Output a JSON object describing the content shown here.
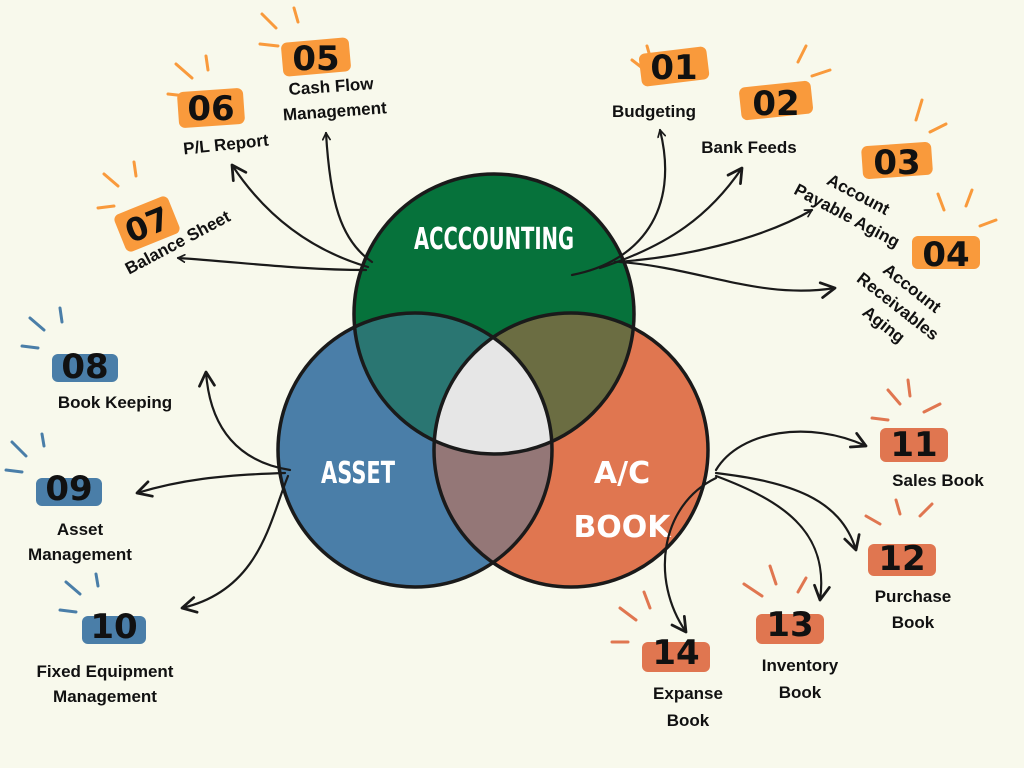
{
  "circles": {
    "accounting": {
      "title": "ACCCOUNTING",
      "color": "#06723b"
    },
    "asset": {
      "title": "ASSET",
      "color": "#4a7ea8"
    },
    "book": {
      "title_line1": "A/C",
      "title_line2": "BOOK",
      "color": "#e07650"
    }
  },
  "overlaps": {
    "accounting_asset": "#2a7672",
    "accounting_book": "#6b6d42",
    "asset_book": "#947777",
    "center": "#e6e6e6"
  },
  "badge_colors": {
    "orange": "#f99a3c",
    "blue": "#4a7ea8",
    "red": "#e07650"
  },
  "items": {
    "i01": {
      "num": "01",
      "label": "Budgeting"
    },
    "i02": {
      "num": "02",
      "label": "Bank Feeds"
    },
    "i03": {
      "num": "03",
      "line1": "Account",
      "line2": "Payable Aging"
    },
    "i04": {
      "num": "04",
      "line1": "Account",
      "line2": "Receivables",
      "line3": "Aging"
    },
    "i05": {
      "num": "05",
      "line1": "Cash Flow",
      "line2": "Management"
    },
    "i06": {
      "num": "06",
      "label": "P/L Report"
    },
    "i07": {
      "num": "07",
      "label": "Balance Sheet"
    },
    "i08": {
      "num": "08",
      "label": "Book Keeping"
    },
    "i09": {
      "num": "09",
      "line1": "Asset",
      "line2": "Management"
    },
    "i10": {
      "num": "10",
      "line1": "Fixed Equipment",
      "line2": "Management"
    },
    "i11": {
      "num": "11",
      "label": "Sales Book"
    },
    "i12": {
      "num": "12",
      "line1": "Purchase",
      "line2": "Book"
    },
    "i13": {
      "num": "13",
      "line1": "Inventory",
      "line2": "Book"
    },
    "i14": {
      "num": "14",
      "line1": "Expanse",
      "line2": "Book"
    }
  }
}
